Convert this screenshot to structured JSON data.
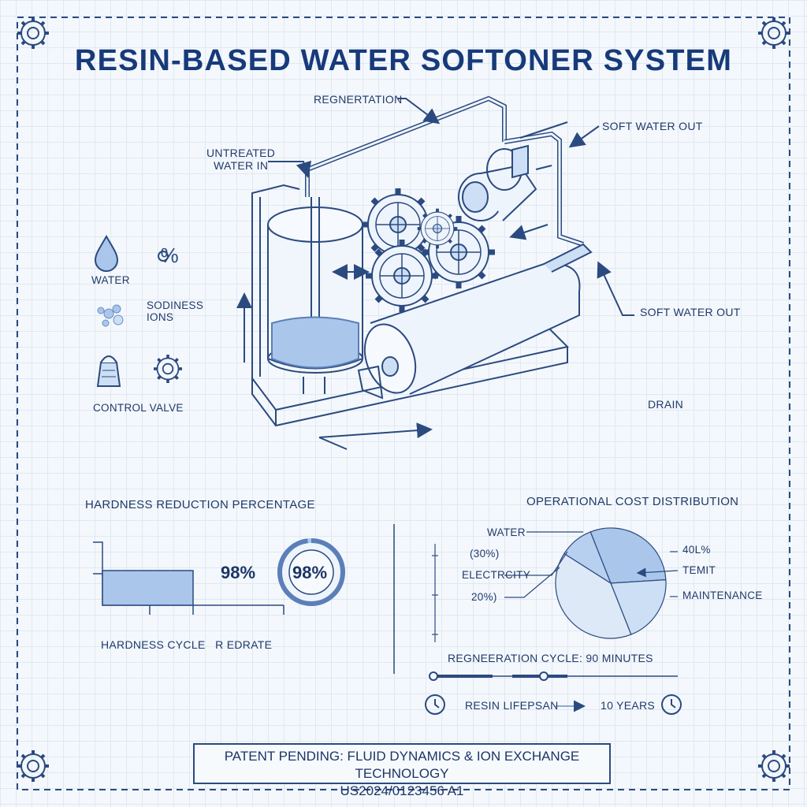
{
  "title": "RESIN-BASED WATER SOFTONER SYSTEM",
  "diagram": {
    "regeneration": "REGNERTATION",
    "untreated_line1": "UNTREATED",
    "untreated_line2": "WATER IN",
    "soft_out_top": "SOFT WATER OUT",
    "soft_out_mid": "SOFT WATER OUT",
    "drain": "DRAIN"
  },
  "legend": {
    "water": "WATER",
    "sodium_line1": "SODINESS",
    "sodium_line2": "IONS",
    "control_valve": "CONTROL VALVE"
  },
  "hardness": {
    "title": "HARDNESS REDUCTION PERCENTAGE",
    "value_text": "98%",
    "ring_text": "98%",
    "xlabel": "HARDNESS CYCLE   R EDRATE",
    "value": 98
  },
  "cost": {
    "title": "OPERATIONAL COST DISTRIBUTION",
    "label_water": "WATER",
    "label_30": "(30%)",
    "label_electricity": "ELECTRCITY",
    "label_20": "20%)",
    "label_40": "40L%",
    "label_temit": "TEMIT",
    "label_maintenance": "MAINTENANCE",
    "regen_cycle": "REGNEERATION CYCLE: 90 MINUTES",
    "resin_lifespan_label": "RESIN LIFEPSAN",
    "resin_lifespan_value": "10 YEARS"
  },
  "chart_data": [
    {
      "type": "bar",
      "title": "HARDNESS REDUCTION PERCENTAGE",
      "categories": [
        ""
      ],
      "values": [
        98
      ],
      "xlabel": "HARDNESS CYCLE   R EDRATE",
      "ylabel": ""
    },
    {
      "type": "pie",
      "title": "OPERATIONAL COST DISTRIBUTION",
      "labels": [
        "WATER",
        "ELECTRCITY",
        "TEMIT",
        "MAINTENANCE"
      ],
      "values": [
        30,
        20,
        40,
        10
      ],
      "value_labels": [
        "(30%)",
        "20%)",
        "40L%",
        ""
      ]
    }
  ],
  "footer": {
    "patent_line1": "PATENT PENDING: FLUID DYNAMICS & ION EXCHANGE TECHNOLOGY",
    "patent_line2": "US2024/0123456 A1"
  },
  "colors": {
    "ink": "#1f3a6b",
    "fill_light": "#cddff4",
    "fill_mid": "#aac6ea"
  }
}
